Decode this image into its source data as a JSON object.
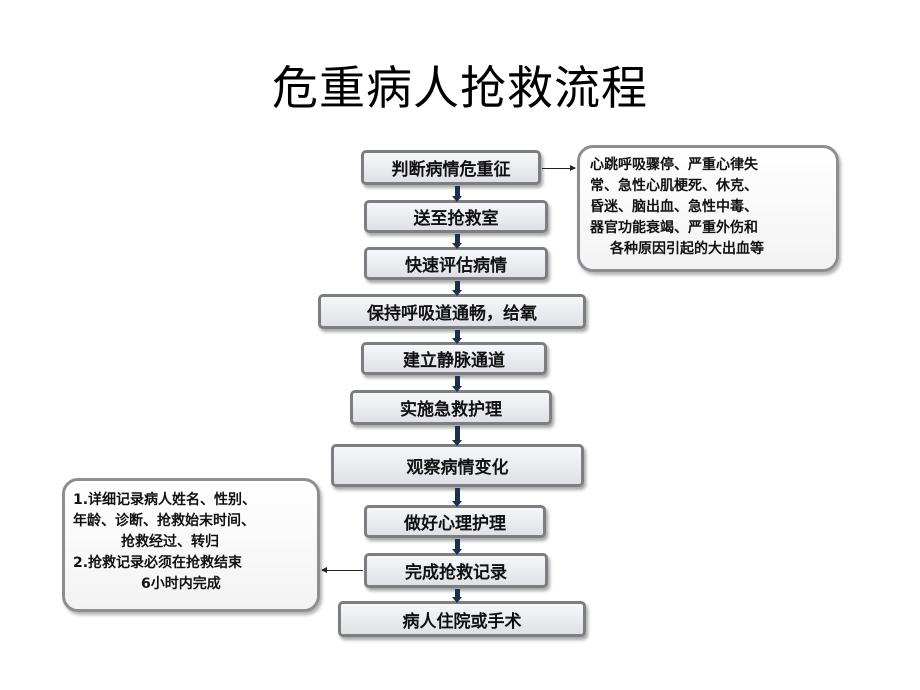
{
  "title": "危重病人抢救流程",
  "steps": [
    "判断病情危重征",
    "送至抢救室",
    "快速评估病情",
    "保持呼吸道通畅，给氧",
    "建立静脉通道",
    "实施急救护理",
    "观察病情变化",
    "做好心理护理",
    "完成抢救记录",
    "病人住院或手术"
  ],
  "critical_note": {
    "lines": [
      "心跳呼吸骤停、严重心律失",
      "常、急性心肌梗死、休克、",
      "昏迷、脑出血、急性中毒、",
      "器官功能衰竭、严重外伤和",
      "各种原因引起的大出血等"
    ]
  },
  "record_note": {
    "lines": [
      "1.详细记录病人姓名、性别、",
      "年龄、诊断、抢救始末时间、",
      "抢救经过、转归",
      "2.抢救记录必须在抢救结束",
      "6小时内完成"
    ]
  },
  "colors": {
    "box_border": "#7c7e82",
    "box_fill_top": "#f6f7f9",
    "box_fill_bottom": "#dfe1e5",
    "connector": "#1d2f49"
  }
}
